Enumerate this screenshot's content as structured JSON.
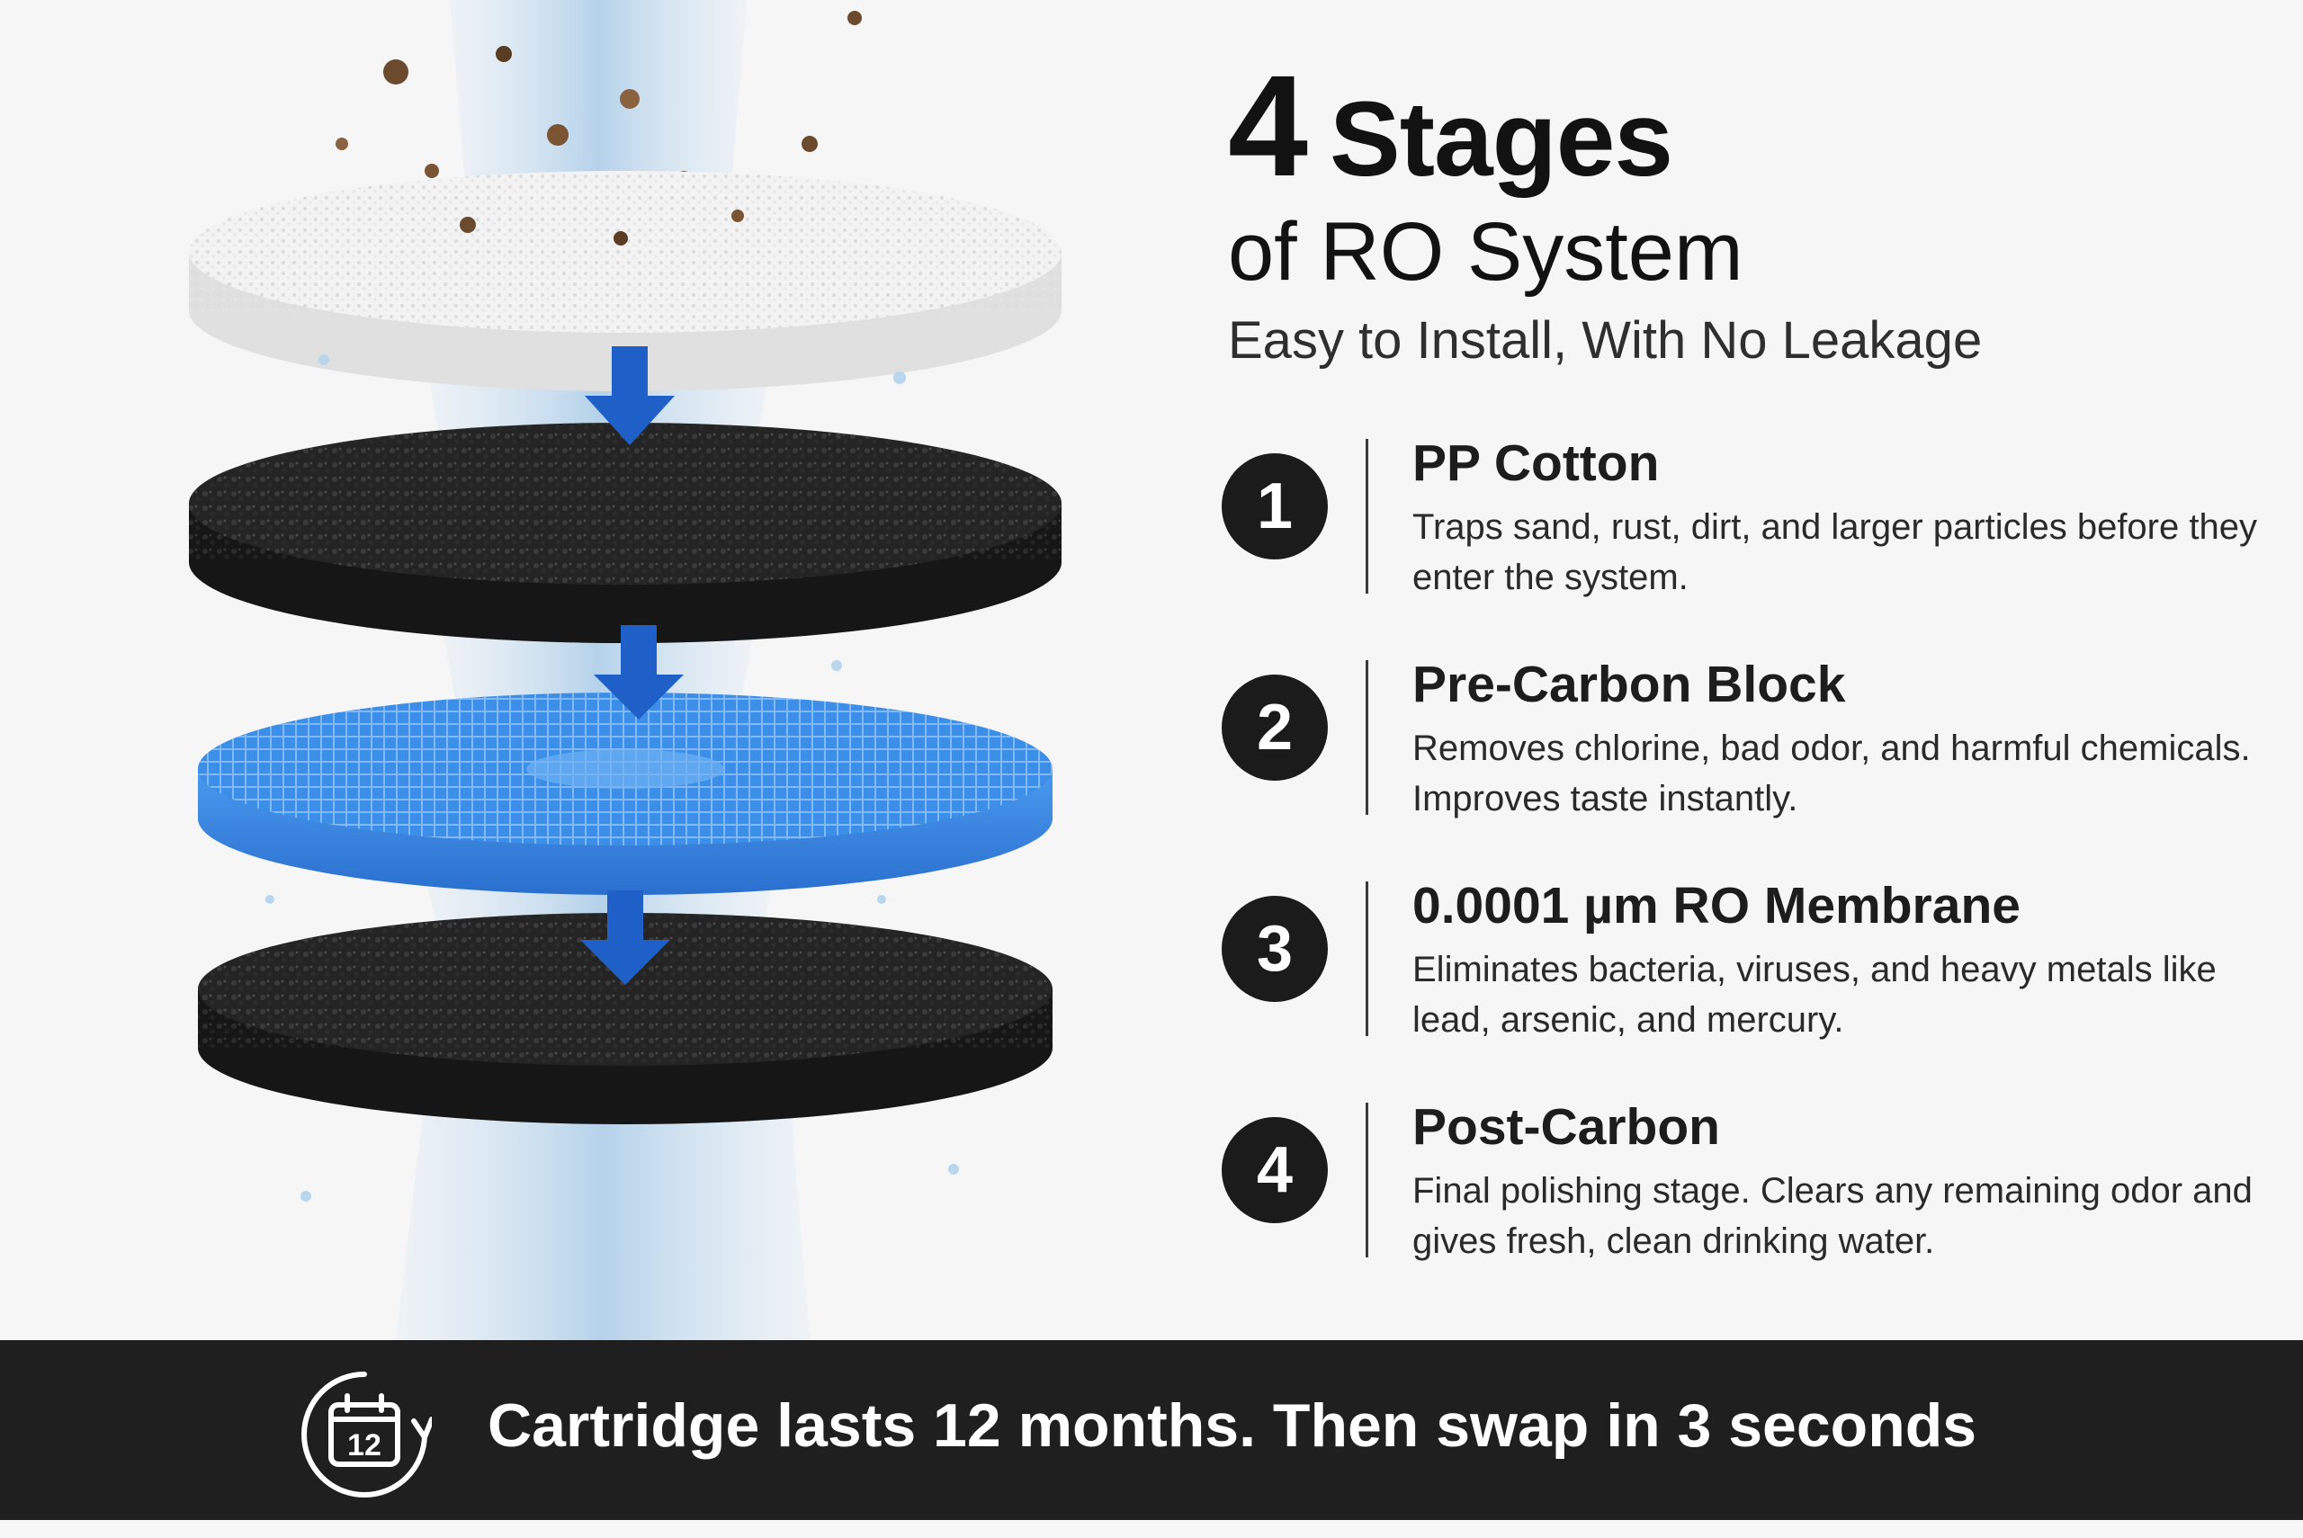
{
  "headline": {
    "number": "4",
    "word": "Stages",
    "subtitle": "of RO System"
  },
  "tagline": "Easy to Install, With No Leakage",
  "stages": [
    {
      "number": "1",
      "title": "PP Cotton",
      "description": "Traps sand, rust, dirt, and larger particles before they enter the system."
    },
    {
      "number": "2",
      "title": "Pre-Carbon Block",
      "description": "Removes chlorine, bad odor, and harmful chemicals. Improves taste instantly."
    },
    {
      "number": "3",
      "title": "0.0001 µm RO Membrane",
      "description": "Eliminates bacteria, viruses, and heavy metals like lead, arsenic, and mercury."
    },
    {
      "number": "4",
      "title": "Post-Carbon",
      "description": "Final polishing stage. Clears any remaining odor and gives fresh, clean drinking water."
    }
  ],
  "footer": {
    "icon_number": "12",
    "text": "Cartridge lasts 12 months. Then swap in 3 seconds"
  },
  "colors": {
    "background": "#f6f6f7",
    "text": "#121212",
    "badge": "#1b1b1b",
    "footer": "#1f1f1f",
    "arrow": "#1f5fc8",
    "membrane": "#3b8fe8",
    "carbon": "#1c1c1c",
    "cotton": "#ececec"
  },
  "icons": [
    "calendar-refresh-icon",
    "arrow-down-icon"
  ]
}
